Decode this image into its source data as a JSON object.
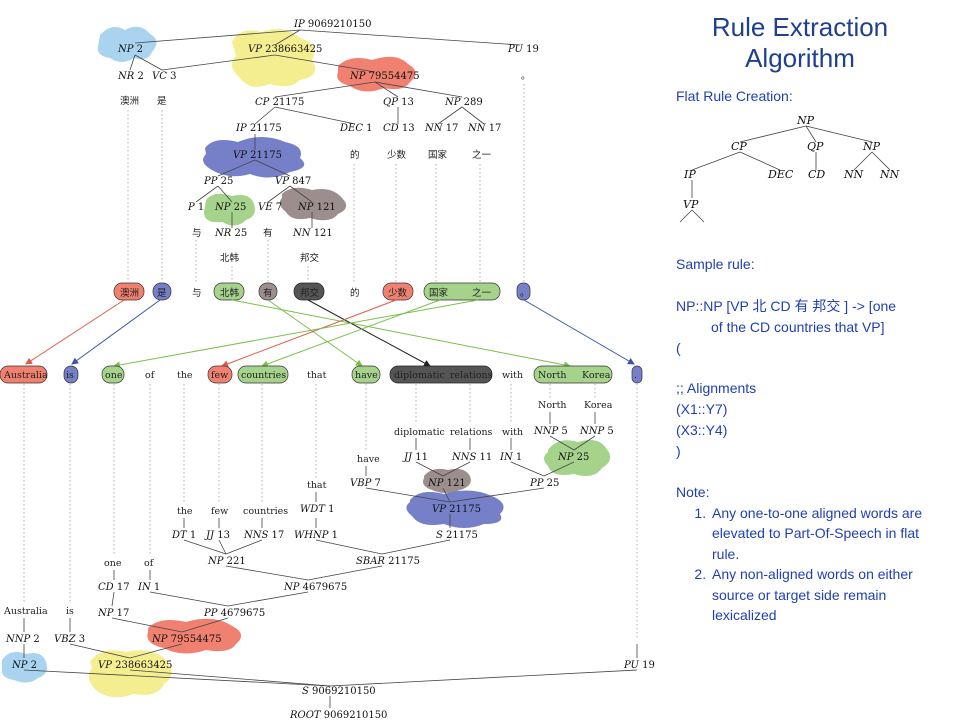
{
  "panel": {
    "title_line1": "Rule Extraction",
    "title_line2": "Algorithm",
    "flat_rule_heading": "Flat Rule Creation:",
    "sample_rule_heading": "Sample rule:",
    "rule_line1": "NP::NP [VP 北 CD 有 邦交 ] -> [one",
    "rule_line2": "of the CD countries that VP]",
    "paren_open": "(",
    "alignments_heading": ";; Alignments",
    "alignment_1": "(X1::Y7)",
    "alignment_2": "(X3::Y4)",
    "paren_close": ")",
    "note_heading": "Note:",
    "notes": [
      "Any one-to-one aligned words are elevated to Part-Of-Speech in flat rule.",
      "Any non-aligned words on either source or target side remain lexicalized"
    ]
  },
  "mini_tree": {
    "root": "NP",
    "children": [
      "CP",
      "QP",
      "NP"
    ],
    "cp_children": [
      "IP",
      "DEC"
    ],
    "qp_children": [
      "CD"
    ],
    "np_children": [
      "NN",
      "NN"
    ],
    "ip_children": [
      "VP"
    ]
  },
  "source_tree": {
    "root": {
      "label": "IP",
      "num": "9069210150"
    },
    "np2": {
      "label": "NP",
      "num": "2"
    },
    "vp238": {
      "label": "VP",
      "num": "238663425"
    },
    "pu19": {
      "label": "PU",
      "num": "19"
    },
    "nr2": {
      "label": "NR",
      "num": "2"
    },
    "vc3": {
      "label": "VC",
      "num": "3"
    },
    "np795": {
      "label": "NP",
      "num": "79554475"
    },
    "cp": {
      "label": "CP",
      "num": "21175"
    },
    "qp": {
      "label": "QP",
      "num": "13"
    },
    "np289": {
      "label": "NP",
      "num": "289"
    },
    "ip": {
      "label": "IP",
      "num": "21175"
    },
    "dec": {
      "label": "DEC",
      "num": "1"
    },
    "cd": {
      "label": "CD",
      "num": "13"
    },
    "nn17a": {
      "label": "NN",
      "num": "17"
    },
    "nn17b": {
      "label": "NN",
      "num": "17"
    },
    "vp21175": {
      "label": "VP",
      "num": "21175"
    },
    "pp25": {
      "label": "PP",
      "num": "25"
    },
    "vp847": {
      "label": "VP",
      "num": "847"
    },
    "p1": {
      "label": "P",
      "num": "1"
    },
    "np25": {
      "label": "NP",
      "num": "25"
    },
    "ve7": {
      "label": "VE",
      "num": "7"
    },
    "np121": {
      "label": "NP",
      "num": "121"
    },
    "nr25": {
      "label": "NR",
      "num": "25"
    },
    "nn121": {
      "label": "NN",
      "num": "121"
    },
    "words": {
      "aozhou": "澳洲",
      "shi": "是",
      "period": "。",
      "de": "的",
      "shaoshu": "少数",
      "guojia": "国家",
      "zhiyi": "之一",
      "yu": "与",
      "you": "有",
      "beihan": "北韩",
      "bangjiao": "邦交"
    }
  },
  "source_tokens": [
    "澳洲",
    "是",
    "与",
    "北韩",
    "有",
    "邦交",
    "的",
    "少数",
    "国家",
    "之一",
    "。"
  ],
  "target_tokens": [
    "Australia",
    "is",
    "one",
    "of",
    "the",
    "few",
    "countries",
    "that",
    "have",
    "diplomatic",
    "relations",
    "with",
    "North",
    "Korea",
    "."
  ],
  "target_tree": {
    "north": "North",
    "korea": "Korea",
    "nnp5a": {
      "label": "NNP",
      "num": "5"
    },
    "nnp5b": {
      "label": "NNP",
      "num": "5"
    },
    "diplomatic": "diplomatic",
    "relations": "relations",
    "with": "with",
    "jj11": {
      "label": "JJ",
      "num": "11"
    },
    "nns11": {
      "label": "NNS",
      "num": "11"
    },
    "in1a": {
      "label": "IN",
      "num": "1"
    },
    "np25": {
      "label": "NP",
      "num": "25"
    },
    "have": "have",
    "vbp7": {
      "label": "VBP",
      "num": "7"
    },
    "np121": {
      "label": "NP",
      "num": "121"
    },
    "pp25": {
      "label": "PP",
      "num": "25"
    },
    "vp21175": {
      "label": "VP",
      "num": "21175"
    },
    "that": "that",
    "wdt1": {
      "label": "WDT",
      "num": "1"
    },
    "the": "the",
    "few": "few",
    "countries": "countries",
    "dt1": {
      "label": "DT",
      "num": "1"
    },
    "jj13": {
      "label": "JJ",
      "num": "13"
    },
    "nns17": {
      "label": "NNS",
      "num": "17"
    },
    "whnp1": {
      "label": "WHNP",
      "num": "1"
    },
    "s21175": {
      "label": "S",
      "num": "21175"
    },
    "np221": {
      "label": "NP",
      "num": "221"
    },
    "sbar": {
      "label": "SBAR",
      "num": "21175"
    },
    "one": "one",
    "of": "of",
    "cd17": {
      "label": "CD",
      "num": "17"
    },
    "in1b": {
      "label": "IN",
      "num": "1"
    },
    "np4679": {
      "label": "NP",
      "num": "4679675"
    },
    "australia": "Australia",
    "is": "is",
    "np17": {
      "label": "NP",
      "num": "17"
    },
    "pp4679": {
      "label": "PP",
      "num": "4679675"
    },
    "nnp2": {
      "label": "NNP",
      "num": "2"
    },
    "vbz3": {
      "label": "VBZ",
      "num": "3"
    },
    "np795": {
      "label": "NP",
      "num": "79554475"
    },
    "np2": {
      "label": "NP",
      "num": "2"
    },
    "vp238": {
      "label": "VP",
      "num": "238663425"
    },
    "pu19": {
      "label": "PU",
      "num": "19"
    },
    "s": {
      "label": "S",
      "num": "9069210150"
    },
    "root": {
      "label": "ROOT",
      "num": "9069210150"
    }
  },
  "colors": {
    "red": "#f08070",
    "blue": "#7580c8",
    "green": "#a6d38c",
    "gray": "#9d8e8e",
    "dark": "#555555",
    "yellow": "#f4ee90",
    "lightblue": "#a9d3ee",
    "line_red": "#e05848",
    "line_blue": "#3a55a8",
    "line_green": "#7bbf4a",
    "line_black": "#222222",
    "title": "#1f3f8f",
    "text": "#1f3fb5"
  }
}
